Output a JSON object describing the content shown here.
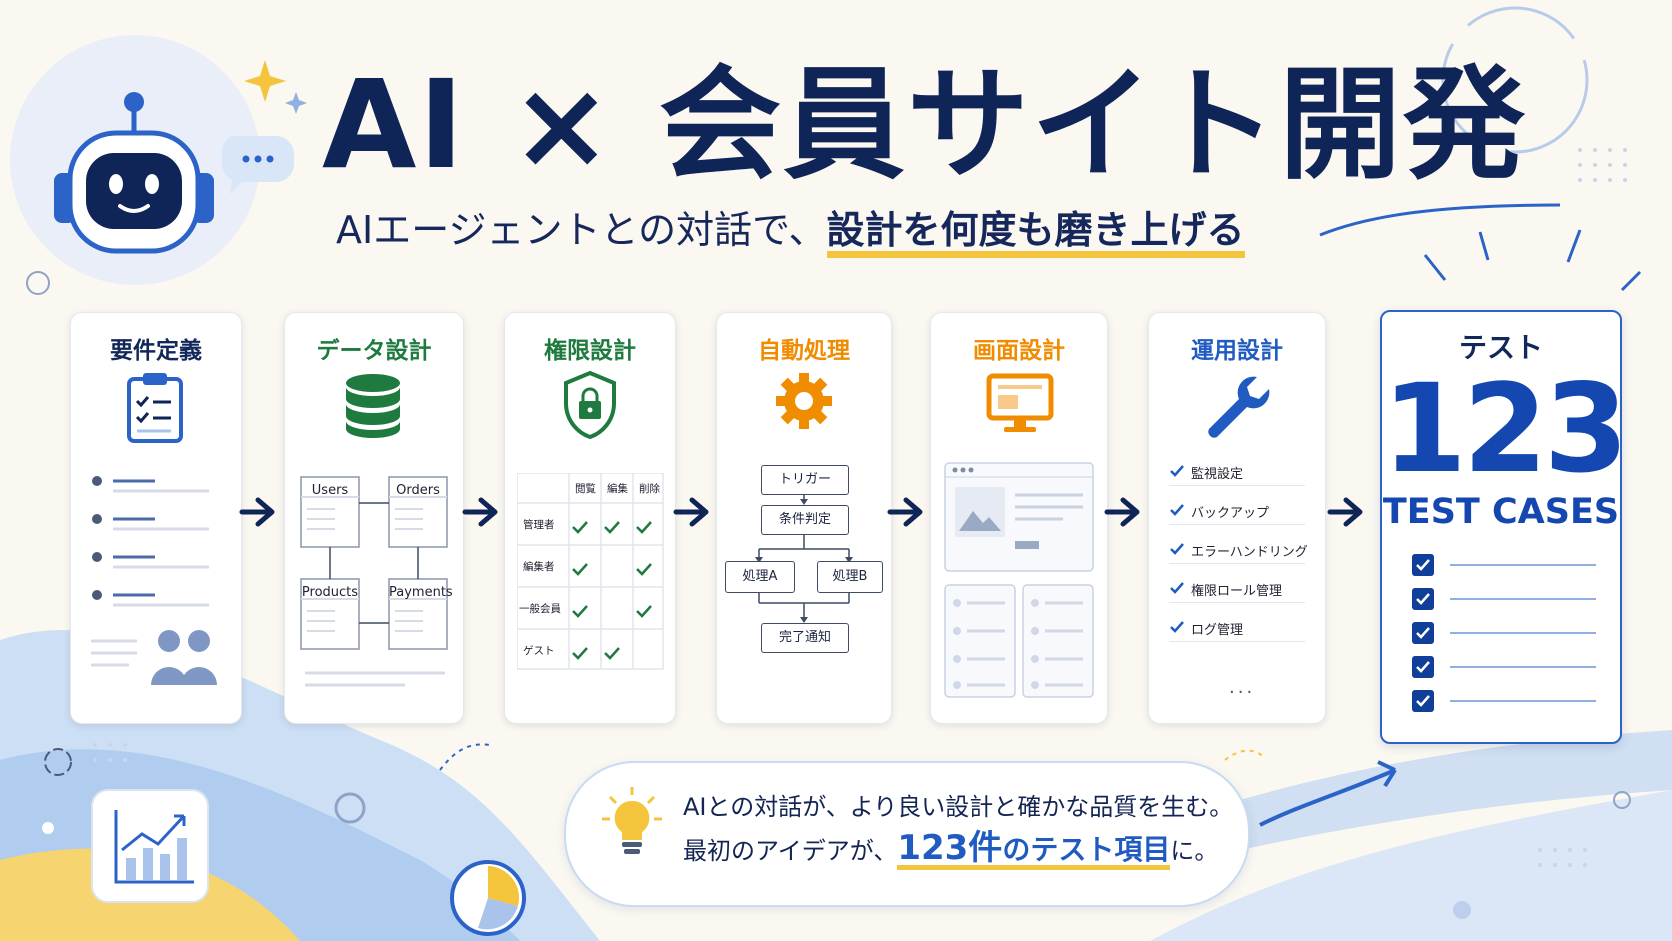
{
  "title": "AI × 会員サイト開発",
  "subtitle": {
    "prefix": "AIエージェントとの対話で、",
    "highlight": "設計を何度も磨き上げる"
  },
  "colors": {
    "navy": "#0f2457",
    "blue": "#1f5bc0",
    "green": "#1e7a3e",
    "orange": "#f08c00",
    "yellow": "#f3c43c"
  },
  "steps": [
    {
      "title": "要件定義",
      "color": "#12275a",
      "icon": "clipboard-checklist-icon"
    },
    {
      "title": "データ設計",
      "color": "#1e7a3e",
      "icon": "database-icon",
      "entities": [
        "Users",
        "Orders",
        "Products",
        "Payments"
      ]
    },
    {
      "title": "権限設計",
      "color": "#1e7a3e",
      "icon": "shield-lock-icon",
      "columns": [
        "閲覧",
        "編集",
        "削除"
      ],
      "rows": [
        {
          "role": "管理者",
          "checks": [
            true,
            true,
            true
          ]
        },
        {
          "role": "編集者",
          "checks": [
            true,
            false,
            true
          ]
        },
        {
          "role": "一般会員",
          "checks": [
            true,
            false,
            true
          ]
        },
        {
          "role": "ゲスト",
          "checks": [
            true,
            true,
            false
          ]
        }
      ]
    },
    {
      "title": "自動処理",
      "color": "#f08c00",
      "icon": "gear-icon",
      "flow": {
        "trigger": "トリガー",
        "condition": "条件判定",
        "a": "処理A",
        "b": "処理B",
        "done": "完了通知"
      }
    },
    {
      "title": "画面設計",
      "color": "#f08c00",
      "icon": "monitor-icon"
    },
    {
      "title": "運用設計",
      "color": "#1f5bc0",
      "icon": "wrench-icon",
      "items": [
        "監視設定",
        "バックアップ",
        "エラーハンドリング",
        "権限ロール管理",
        "ログ管理"
      ],
      "more": "..."
    }
  ],
  "test": {
    "title": "テスト",
    "count": "123",
    "label": "TEST CASES"
  },
  "message": {
    "line1": "AIとの対話が、より良い設計と確かな品質を生む。",
    "line2_prefix": "最初のアイデアが、",
    "line2_highlight": "123件",
    "line2_mid": "のテスト項目",
    "line2_suffix": "に。"
  }
}
